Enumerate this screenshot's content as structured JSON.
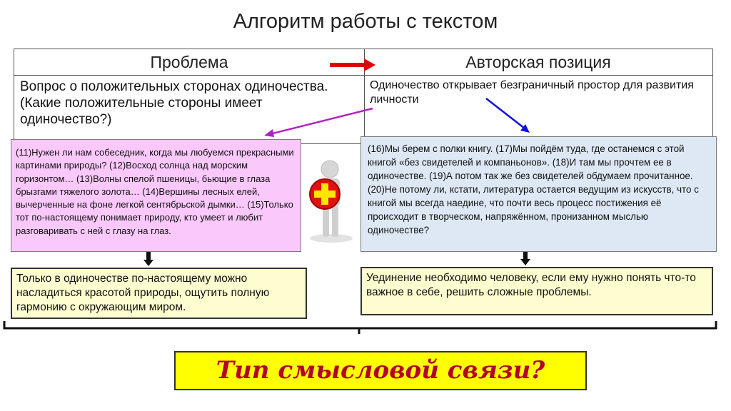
{
  "title": "Алгоритм работы с текстом",
  "table": {
    "header_left": "Проблема",
    "header_right": "Авторская позиция",
    "problem_text": "Вопрос о положительных сторонах одиночества. (Какие положительные стороны имеет одиночество?)",
    "position_text": "Одиночество открывает безграничный простор для развития личности"
  },
  "quote_left": "(11)Нужен ли нам собеседник, когда мы любуемся прекрасными картинами природы? (12)Восход солнца над морским горизонтом… (13)Волны спелой пшеницы, бьющие в глаза брызгами тяжелого золота… (14)Вершины лесных елей, вычерченные на фоне легкой сентябрьской дымки… (15)Только тот по-настоящему понимает природу, кто умеет и любит разговаривать с ней с глазу на глаз.",
  "quote_right": "(16)Мы берем с полки книгу. (17)Мы пойдём туда, где останемся с этой книгой «без свидетелей и компаньонов». (18)И там мы прочтем ее в одиночестве. (19)А потом так же без свидетелей обдумаем прочитанное. (20)Не потому ли, кстати, литература остается ведущим из искусств, что с книгой мы всегда наедине, что почти весь процесс постижения её происходит в творческом, напряжённом, пронизанном мыслью одиночестве?",
  "conclusion_left": "Только в одиночестве по-настоящему можно насладиться красотой природы, ощутить полную гармонию с окружающим миром.",
  "conclusion_right": "Уединение необходимо человеку, если ему нужно понять что-то важное в себе, решить сложные проблемы.",
  "question": "Тип смысловой связи?",
  "colors": {
    "pink_box": "#fac8fb",
    "blue_box": "#dde8f4",
    "yellow_box": "#fefdd0",
    "question_bg": "#ffff00",
    "question_text": "#b3002a",
    "red_arrow": "#e00000",
    "magenta_arrow": "#b020c0",
    "blue_arrow": "#1010e0"
  },
  "icons": [
    "red-right-arrow-icon",
    "magenta-arrow-icon",
    "blue-arrow-icon",
    "down-arrow-icon",
    "figure-with-plus-sign-icon",
    "curly-brace-icon"
  ]
}
